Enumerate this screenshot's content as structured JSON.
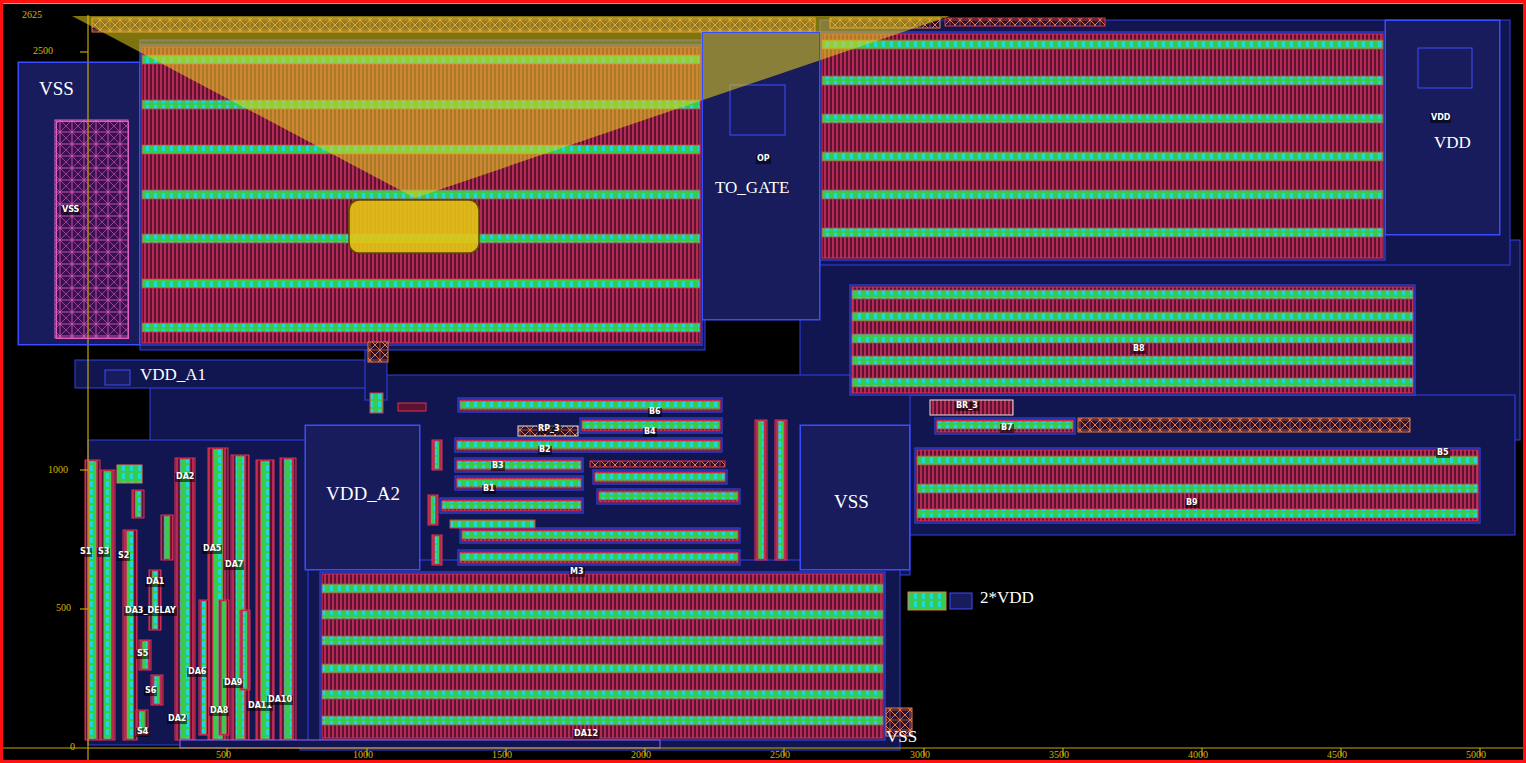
{
  "diagram": {
    "nodes": [
      {
        "text": [
          "VSS"
        ]
      },
      {
        "text": [
          "VSS"
        ],
        "in": 0
      },
      {
        "text": [
          "OP",
          "TO_GATE"
        ]
      },
      {
        "text": [
          "VDD",
          "VDD"
        ]
      },
      {
        "text": [
          "VDD_A2"
        ]
      },
      {
        "text": [
          "VSS"
        ]
      }
    ],
    "edges": [],
    "labels": [
      "VDD_A1",
      "2*VDD",
      "VSS",
      "B8",
      "BR_3",
      "B7",
      "B5",
      "B9",
      "RP_3",
      "B4",
      "B6",
      "B2",
      "B3",
      "B1",
      "M3",
      "DA12",
      "S1",
      "S3",
      "S2",
      "DA2",
      "DA5",
      "DA7",
      "DA1",
      "DA3_DELAY",
      "S5",
      "S6",
      "S4",
      "DA6",
      "DA9",
      "DA8",
      "DA2",
      "DA11",
      "DA10",
      "2625",
      "2500",
      "1000",
      "500",
      "0",
      "500",
      "1000",
      "1500",
      "2000",
      "2500",
      "3000",
      "3500",
      "4000",
      "4500",
      "5000"
    ]
  }
}
